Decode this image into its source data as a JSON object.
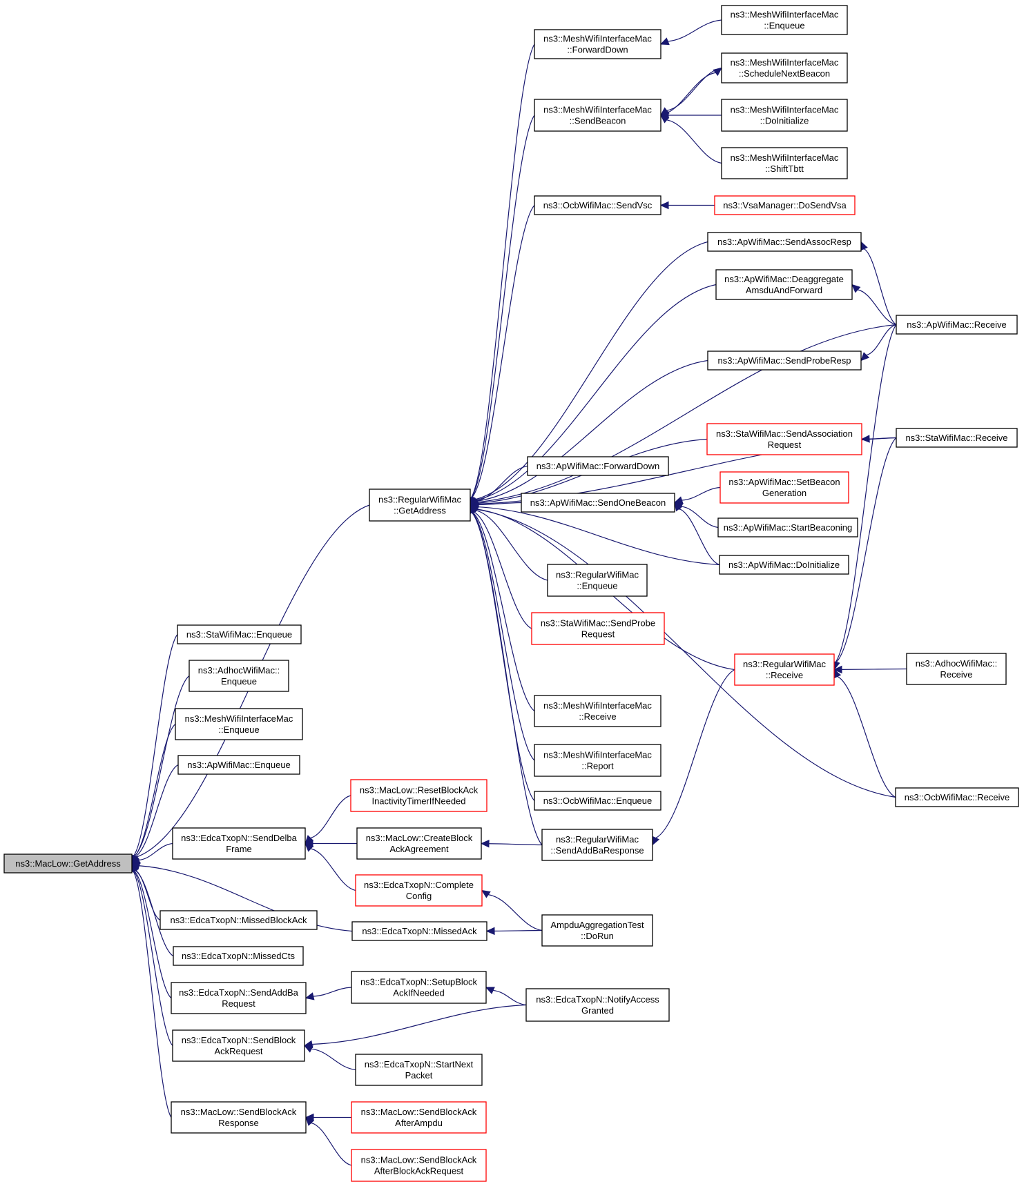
{
  "colors": {
    "edge": "#191970",
    "node_border": "#000000",
    "truncated_border": "#ff0000",
    "root_fill": "#bfbfbf"
  },
  "nodes": [
    {
      "id": "root",
      "lines": [
        "ns3::MacLow::GetAddress"
      ],
      "style": "root"
    },
    {
      "id": "rwm_getaddr",
      "lines": [
        "ns3::RegularWifiMac",
        "::GetAddress"
      ]
    },
    {
      "id": "sta_enq",
      "lines": [
        "ns3::StaWifiMac::Enqueue"
      ]
    },
    {
      "id": "adhoc_enq",
      "lines": [
        "ns3::AdhocWifiMac::",
        "Enqueue"
      ]
    },
    {
      "id": "mesh_enq_l",
      "lines": [
        "ns3::MeshWifiInterfaceMac",
        "::Enqueue"
      ]
    },
    {
      "id": "ap_enq",
      "lines": [
        "ns3::ApWifiMac::Enqueue"
      ]
    },
    {
      "id": "send_delba",
      "lines": [
        "ns3::EdcaTxopN::SendDelba",
        "Frame"
      ]
    },
    {
      "id": "missed_ba",
      "lines": [
        "ns3::EdcaTxopN::MissedBlockAck"
      ]
    },
    {
      "id": "missed_cts",
      "lines": [
        "ns3::EdcaTxopN::MissedCts"
      ]
    },
    {
      "id": "send_addba",
      "lines": [
        "ns3::EdcaTxopN::SendAddBa",
        "Request"
      ]
    },
    {
      "id": "send_bar",
      "lines": [
        "ns3::EdcaTxopN::SendBlock",
        "AckRequest"
      ]
    },
    {
      "id": "send_bar_resp",
      "lines": [
        "ns3::MacLow::SendBlockAck",
        "Response"
      ]
    },
    {
      "id": "reset_ba",
      "lines": [
        "ns3::MacLow::ResetBlockAck",
        "InactivityTimerIfNeeded"
      ],
      "style": "red"
    },
    {
      "id": "create_ba",
      "lines": [
        "ns3::MacLow::CreateBlock",
        "AckAgreement"
      ]
    },
    {
      "id": "complete_cfg",
      "lines": [
        "ns3::EdcaTxopN::Complete",
        "Config"
      ],
      "style": "red"
    },
    {
      "id": "missed_ack",
      "lines": [
        "ns3::EdcaTxopN::MissedAck"
      ]
    },
    {
      "id": "setup_ba",
      "lines": [
        "ns3::EdcaTxopN::SetupBlock",
        "AckIfNeeded"
      ]
    },
    {
      "id": "start_next",
      "lines": [
        "ns3::EdcaTxopN::StartNext",
        "Packet"
      ]
    },
    {
      "id": "sba_after_ampdu",
      "lines": [
        "ns3::MacLow::SendBlockAck",
        "AfterAmpdu"
      ],
      "style": "red"
    },
    {
      "id": "sba_after_bar",
      "lines": [
        "ns3::MacLow::SendBlockAck",
        "AfterBlockAckRequest"
      ],
      "style": "red"
    },
    {
      "id": "mesh_fwd",
      "lines": [
        "ns3::MeshWifiInterfaceMac",
        "::ForwardDown"
      ]
    },
    {
      "id": "mesh_sendbeacon",
      "lines": [
        "ns3::MeshWifiInterfaceMac",
        "::SendBeacon"
      ]
    },
    {
      "id": "ocb_sendvsc",
      "lines": [
        "ns3::OcbWifiMac::SendVsc"
      ]
    },
    {
      "id": "ap_fwd",
      "lines": [
        "ns3::ApWifiMac::ForwardDown"
      ]
    },
    {
      "id": "ap_sendonebeacon",
      "lines": [
        "ns3::ApWifiMac::SendOneBeacon"
      ]
    },
    {
      "id": "rwm_enq",
      "lines": [
        "ns3::RegularWifiMac",
        "::Enqueue"
      ]
    },
    {
      "id": "sta_sendprobe",
      "lines": [
        "ns3::StaWifiMac::SendProbe",
        "Request"
      ],
      "style": "red"
    },
    {
      "id": "mesh_recv",
      "lines": [
        "ns3::MeshWifiInterfaceMac",
        "::Receive"
      ]
    },
    {
      "id": "mesh_report",
      "lines": [
        "ns3::MeshWifiInterfaceMac",
        "::Report"
      ]
    },
    {
      "id": "ocb_enq",
      "lines": [
        "ns3::OcbWifiMac::Enqueue"
      ]
    },
    {
      "id": "rwm_sendaddba",
      "lines": [
        "ns3::RegularWifiMac",
        "::SendAddBaResponse"
      ]
    },
    {
      "id": "ampdu_test",
      "lines": [
        "AmpduAggregationTest",
        "::DoRun"
      ]
    },
    {
      "id": "notify_access",
      "lines": [
        "ns3::EdcaTxopN::NotifyAccess",
        "Granted"
      ]
    },
    {
      "id": "mesh_enq_r",
      "lines": [
        "ns3::MeshWifiInterfaceMac",
        "::Enqueue"
      ]
    },
    {
      "id": "mesh_schedbeacon",
      "lines": [
        "ns3::MeshWifiInterfaceMac",
        "::ScheduleNextBeacon"
      ]
    },
    {
      "id": "mesh_doinit",
      "lines": [
        "ns3::MeshWifiInterfaceMac",
        "::DoInitialize"
      ]
    },
    {
      "id": "mesh_shift",
      "lines": [
        "ns3::MeshWifiInterfaceMac",
        "::ShiftTbtt"
      ]
    },
    {
      "id": "vsa_dosend",
      "lines": [
        "ns3::VsaManager::DoSendVsa"
      ],
      "style": "red"
    },
    {
      "id": "ap_sendassoc",
      "lines": [
        "ns3::ApWifiMac::SendAssocResp"
      ]
    },
    {
      "id": "ap_deagg",
      "lines": [
        "ns3::ApWifiMac::Deaggregate",
        "AmsduAndForward"
      ]
    },
    {
      "id": "ap_sendprobe",
      "lines": [
        "ns3::ApWifiMac::SendProbeResp"
      ]
    },
    {
      "id": "sta_sendassoc",
      "lines": [
        "ns3::StaWifiMac::SendAssociation",
        "Request"
      ],
      "style": "red"
    },
    {
      "id": "ap_setbeacon",
      "lines": [
        "ns3::ApWifiMac::SetBeacon",
        "Generation"
      ],
      "style": "red"
    },
    {
      "id": "ap_startbeacon",
      "lines": [
        "ns3::ApWifiMac::StartBeaconing"
      ]
    },
    {
      "id": "ap_doinit",
      "lines": [
        "ns3::ApWifiMac::DoInitialize"
      ]
    },
    {
      "id": "rwm_recv",
      "lines": [
        "ns3::RegularWifiMac",
        "::Receive"
      ],
      "style": "red"
    },
    {
      "id": "ap_recv",
      "lines": [
        "ns3::ApWifiMac::Receive"
      ]
    },
    {
      "id": "sta_recv",
      "lines": [
        "ns3::StaWifiMac::Receive"
      ]
    },
    {
      "id": "adhoc_recv",
      "lines": [
        "ns3::AdhocWifiMac::",
        "Receive"
      ]
    },
    {
      "id": "ocb_recv",
      "lines": [
        "ns3::OcbWifiMac::Receive"
      ]
    }
  ],
  "edges": [
    {
      "from": "root",
      "to": "rwm_getaddr"
    },
    {
      "from": "root",
      "to": "sta_enq"
    },
    {
      "from": "root",
      "to": "adhoc_enq"
    },
    {
      "from": "root",
      "to": "mesh_enq_l"
    },
    {
      "from": "root",
      "to": "ap_enq"
    },
    {
      "from": "root",
      "to": "send_delba"
    },
    {
      "from": "root",
      "to": "missed_ba"
    },
    {
      "from": "root",
      "to": "missed_cts"
    },
    {
      "from": "root",
      "to": "send_addba"
    },
    {
      "from": "root",
      "to": "send_bar"
    },
    {
      "from": "root",
      "to": "send_bar_resp"
    },
    {
      "from": "root",
      "to": "missed_ack"
    },
    {
      "from": "send_delba",
      "to": "reset_ba"
    },
    {
      "from": "send_delba",
      "to": "create_ba"
    },
    {
      "from": "send_delba",
      "to": "complete_cfg"
    },
    {
      "from": "create_ba",
      "to": "rwm_sendaddba"
    },
    {
      "from": "complete_cfg",
      "to": "ampdu_test"
    },
    {
      "from": "missed_ack",
      "to": "ampdu_test"
    },
    {
      "from": "send_addba",
      "to": "setup_ba"
    },
    {
      "from": "setup_ba",
      "to": "notify_access"
    },
    {
      "from": "send_bar",
      "to": "notify_access"
    },
    {
      "from": "send_bar",
      "to": "start_next"
    },
    {
      "from": "send_bar_resp",
      "to": "sba_after_ampdu"
    },
    {
      "from": "send_bar_resp",
      "to": "sba_after_bar"
    },
    {
      "from": "rwm_getaddr",
      "to": "mesh_fwd"
    },
    {
      "from": "rwm_getaddr",
      "to": "mesh_sendbeacon"
    },
    {
      "from": "rwm_getaddr",
      "to": "ocb_sendvsc"
    },
    {
      "from": "rwm_getaddr",
      "to": "ap_sendassoc"
    },
    {
      "from": "rwm_getaddr",
      "to": "ap_deagg"
    },
    {
      "from": "rwm_getaddr",
      "to": "ap_recv"
    },
    {
      "from": "rwm_getaddr",
      "to": "ap_sendprobe"
    },
    {
      "from": "rwm_getaddr",
      "to": "sta_recv"
    },
    {
      "from": "rwm_getaddr",
      "to": "sta_sendassoc"
    },
    {
      "from": "rwm_getaddr",
      "to": "ap_fwd"
    },
    {
      "from": "rwm_getaddr",
      "to": "ap_sendonebeacon"
    },
    {
      "from": "rwm_getaddr",
      "to": "ap_doinit"
    },
    {
      "from": "rwm_getaddr",
      "to": "rwm_enq"
    },
    {
      "from": "rwm_getaddr",
      "to": "sta_sendprobe"
    },
    {
      "from": "rwm_getaddr",
      "to": "rwm_recv"
    },
    {
      "from": "rwm_getaddr",
      "to": "mesh_recv"
    },
    {
      "from": "rwm_getaddr",
      "to": "mesh_report"
    },
    {
      "from": "rwm_getaddr",
      "to": "ocb_enq"
    },
    {
      "from": "rwm_getaddr",
      "to": "rwm_sendaddba"
    },
    {
      "from": "rwm_getaddr",
      "to": "ocb_recv"
    },
    {
      "from": "mesh_fwd",
      "to": "mesh_enq_r"
    },
    {
      "from": "mesh_sendbeacon",
      "to": "mesh_schedbeacon"
    },
    {
      "from": "mesh_schedbeacon",
      "to": "mesh_sendbeacon"
    },
    {
      "from": "mesh_sendbeacon",
      "to": "mesh_doinit"
    },
    {
      "from": "mesh_sendbeacon",
      "to": "mesh_shift"
    },
    {
      "from": "ocb_sendvsc",
      "to": "vsa_dosend"
    },
    {
      "from": "ap_sendassoc",
      "to": "ap_recv"
    },
    {
      "from": "ap_deagg",
      "to": "ap_recv"
    },
    {
      "from": "ap_sendprobe",
      "to": "ap_recv"
    },
    {
      "from": "sta_sendassoc",
      "to": "sta_recv"
    },
    {
      "from": "ap_sendonebeacon",
      "to": "ap_setbeacon"
    },
    {
      "from": "ap_sendonebeacon",
      "to": "ap_startbeacon"
    },
    {
      "from": "ap_sendonebeacon",
      "to": "ap_doinit"
    },
    {
      "from": "rwm_sendaddba",
      "to": "rwm_recv"
    },
    {
      "from": "rwm_recv",
      "to": "ap_recv"
    },
    {
      "from": "rwm_recv",
      "to": "sta_recv"
    },
    {
      "from": "rwm_recv",
      "to": "adhoc_recv"
    },
    {
      "from": "rwm_recv",
      "to": "ocb_recv"
    }
  ]
}
